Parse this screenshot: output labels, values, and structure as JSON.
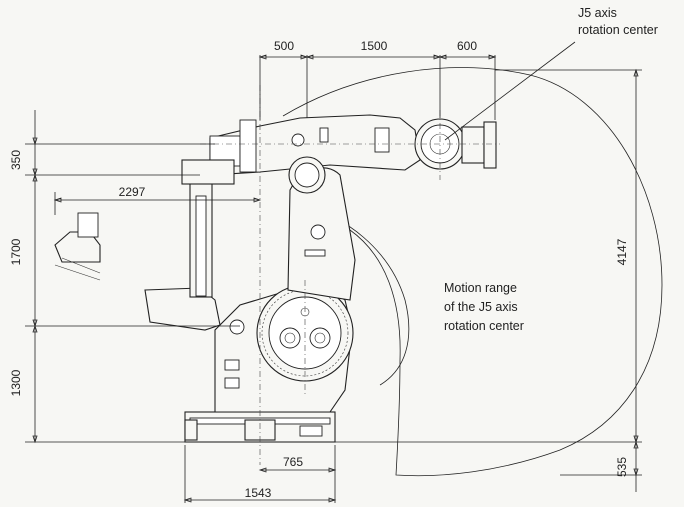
{
  "diagram": {
    "callouts": {
      "j5_center_line1": "J5 axis",
      "j5_center_line2": "rotation center",
      "range_line1": "Motion range",
      "range_line2": "of the J5 axis",
      "range_line3": "rotation center"
    },
    "dimensions": {
      "top_500": "500",
      "top_1500": "1500",
      "top_600": "600",
      "left_350": "350",
      "left_1700": "1700",
      "left_1300": "1300",
      "reach_2297": "2297",
      "right_4147": "4147",
      "right_535": "535",
      "base_765": "765",
      "base_1543": "1543"
    }
  }
}
